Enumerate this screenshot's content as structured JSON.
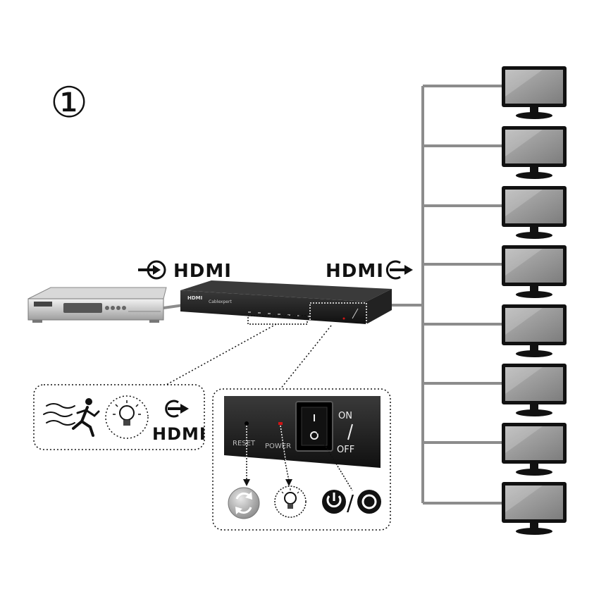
{
  "step_marker": "①",
  "input_label": "HDMI",
  "output_label": "HDMI",
  "legend_left": {
    "hdmi_label": "HDMI"
  },
  "legend_right": {
    "reset_label": "RESET",
    "power_label": "POWER",
    "switch_on": "ON",
    "switch_off": "OFF",
    "switch_slash": "/"
  },
  "splitter": {
    "brand": "Cablexpert",
    "badge": "HDMI"
  },
  "displays": [
    {
      "id": "display-1"
    },
    {
      "id": "display-2"
    },
    {
      "id": "display-3"
    },
    {
      "id": "display-4"
    },
    {
      "id": "display-5"
    },
    {
      "id": "display-6"
    },
    {
      "id": "display-7"
    },
    {
      "id": "display-8"
    }
  ],
  "colors": {
    "line": "#8c8c8c",
    "device_dark": "#1c1c1c",
    "device_silver": "#c8c8c8",
    "screen": "#9a9a9a",
    "led_red": "#d21414"
  },
  "icons": [
    "hdmi-input-arrow-icon",
    "hdmi-output-arrow-icon",
    "motion-runner-icon",
    "light-bulb-icon",
    "reset-icon",
    "power-icon",
    "off-ring-icon"
  ]
}
